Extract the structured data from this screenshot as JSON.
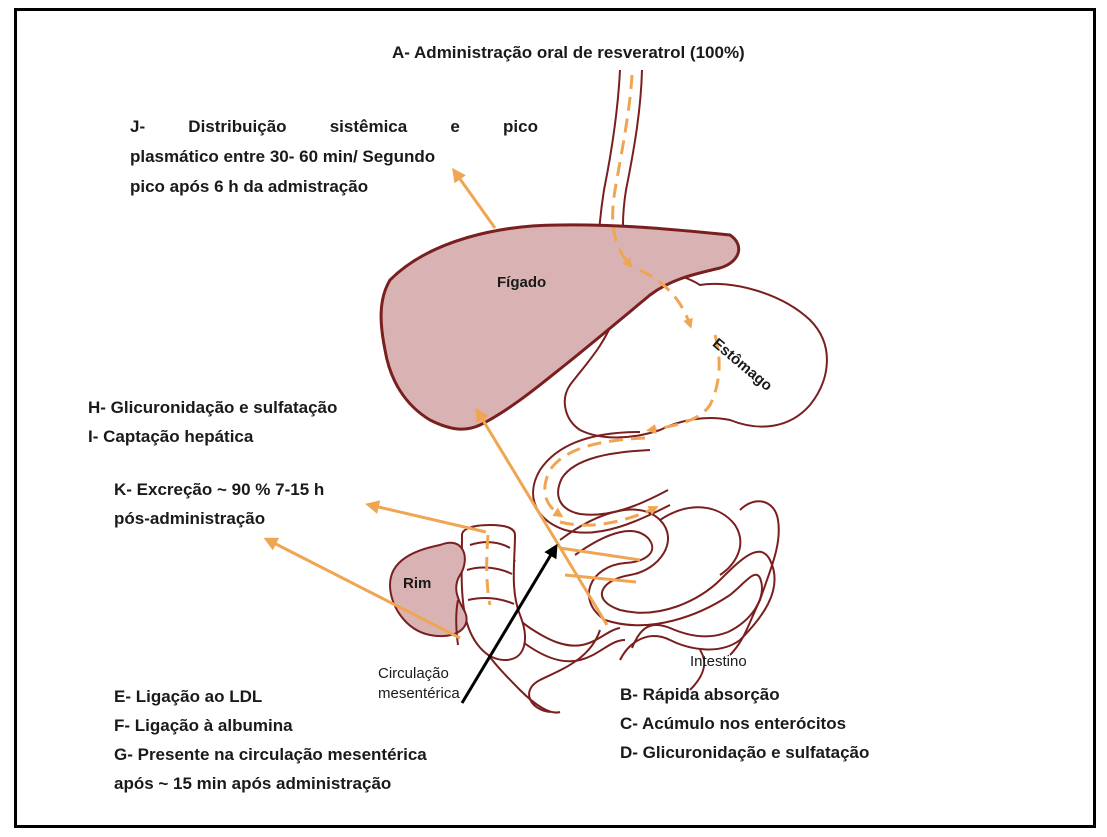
{
  "title": "A- Administração  oral de resveratrol (100%)",
  "labels": {
    "j": [
      "J-  Distribuição  sistêmica  e  pico",
      "plasmático entre 30- 60 min/ Segundo",
      "pico após 6 h da admistração"
    ],
    "h": "H- Glicuronidação  e sulfatação",
    "i": "I- Captação  hepática",
    "k": [
      "K- Excreção ~ 90 % 7-15  h",
      "pós-administração"
    ],
    "e": "E- Ligação ao LDL",
    "f": "F- Ligação à albumina",
    "g": [
      "G- Presente na circulação  mesentérica",
      "após ~ 15 min após administração"
    ],
    "b": "B- Rápida absorção",
    "c": "C- Acúmulo nos enterócitos",
    "d": "D- Glicuronidação  e sulfatação"
  },
  "organs": {
    "liver": "Fígado",
    "stomach": "Estômago",
    "kidney": "Rim",
    "intestine": "Intestino",
    "mesenteric": [
      "Circulação",
      "mesentérica"
    ]
  },
  "colors": {
    "arrow": "#f0a552",
    "organ_outline": "#7a1f1f",
    "liver_fill": "#d9b3b3",
    "kidney_fill": "#d9b3b3",
    "black_arrow": "#000000"
  }
}
